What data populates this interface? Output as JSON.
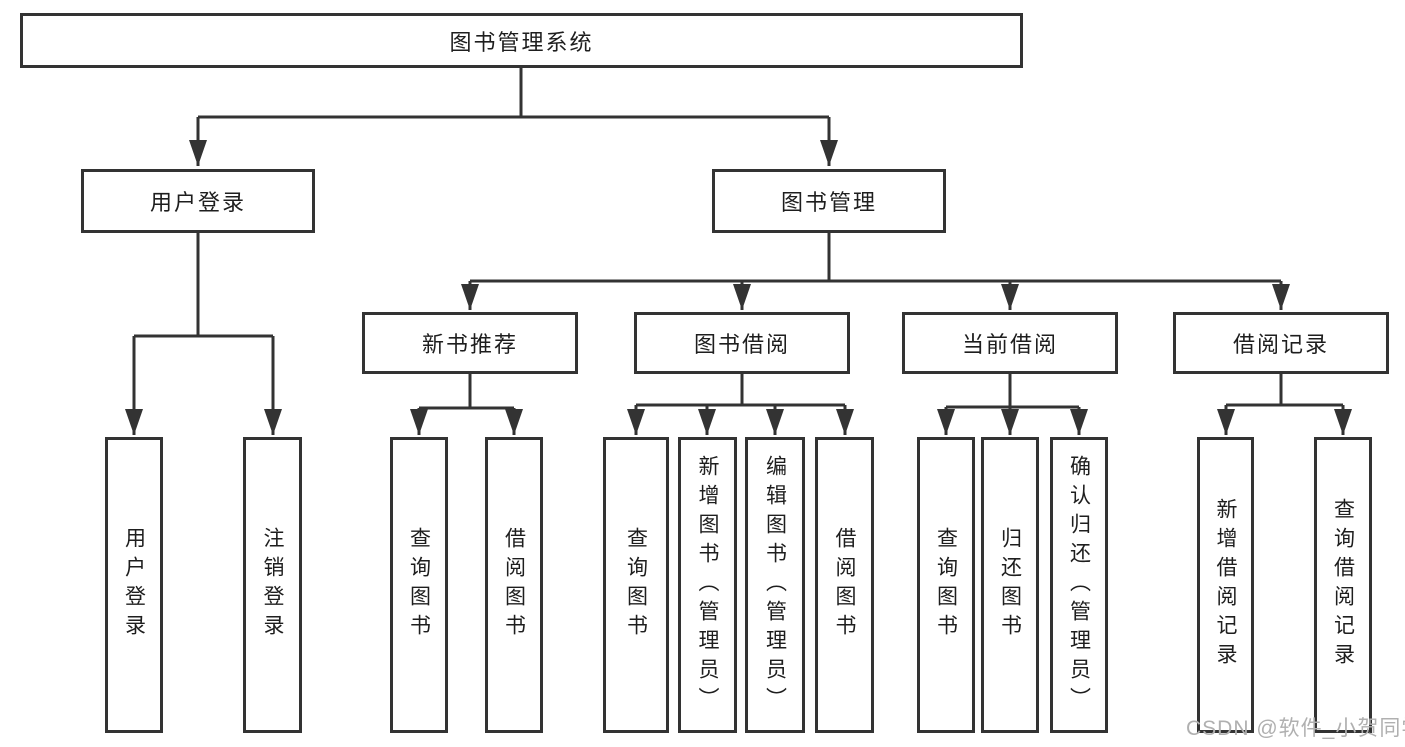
{
  "tree": {
    "root": "图书管理系统",
    "level1": [
      {
        "label": "用户登录",
        "children": [
          {
            "label": "用户登录"
          },
          {
            "label": "注销登录"
          }
        ]
      },
      {
        "label": "图书管理",
        "children": [
          {
            "label": "新书推荐",
            "children": [
              {
                "label": "查询图书"
              },
              {
                "label": "借阅图书"
              }
            ]
          },
          {
            "label": "图书借阅",
            "children": [
              {
                "label": "查询图书"
              },
              {
                "label": "新增图书（管理员）"
              },
              {
                "label": "编辑图书（管理员）"
              },
              {
                "label": "借阅图书"
              }
            ]
          },
          {
            "label": "当前借阅",
            "children": [
              {
                "label": "查询图书"
              },
              {
                "label": "归还图书"
              },
              {
                "label": "确认归还（管理员）"
              }
            ]
          },
          {
            "label": "借阅记录",
            "children": [
              {
                "label": "新增借阅记录"
              },
              {
                "label": "查询借阅记录"
              }
            ]
          }
        ]
      }
    ]
  },
  "watermark": "CSDN @软件_小贺同学",
  "colors": {
    "line": "#333333",
    "box_border": "#333333",
    "text": "#1e1e1e",
    "watermark_text": "#b0b0b0",
    "background": "#ffffff"
  }
}
